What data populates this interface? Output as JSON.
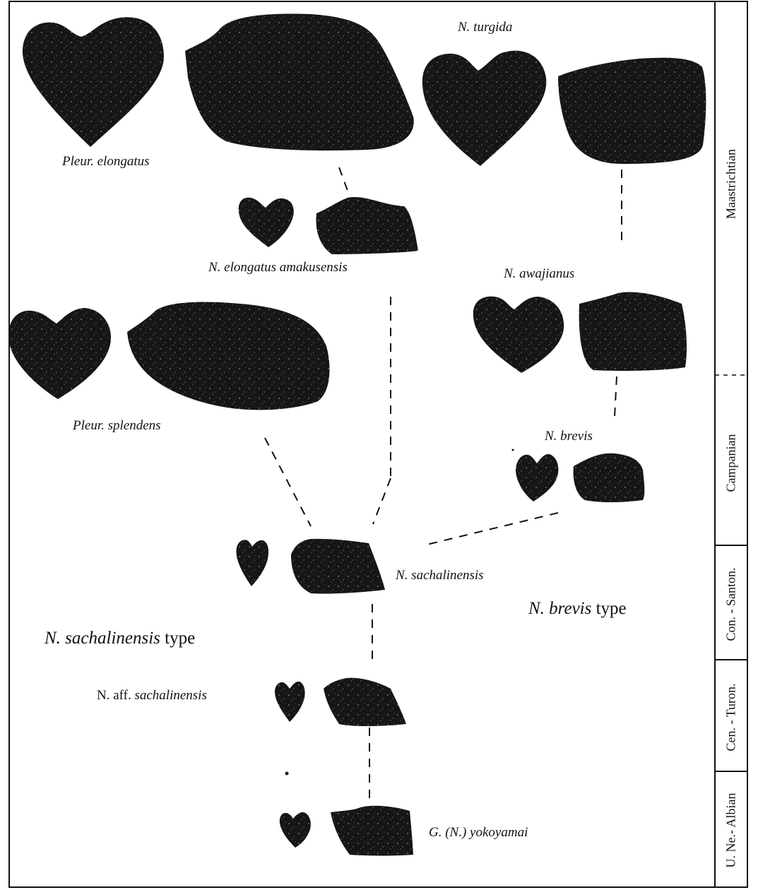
{
  "taxa": {
    "pleur_elongatus": "Pleur. elongatus",
    "n_turgida": "N. turgida",
    "n_elongatus_amakusensis": "N. elongatus amakusensis",
    "n_awajianus": "N. awajianus",
    "pleur_splendens": "Pleur. splendens",
    "n_brevis": "N. brevis",
    "n_sachalinensis": "N. sachalinensis",
    "n_aff_sachalinensis_prefix": "N. aff.",
    "n_aff_sachalinensis_name": "sachalinensis",
    "g_n_yokoyamai": "G. (N.) yokoyamai"
  },
  "groups": {
    "sachalinensis_type_name": "N. sachalinensis",
    "brevis_type_name": "N. brevis",
    "type_word": "type"
  },
  "stages": {
    "maastrichtian": "Maastrichtian",
    "campanian": "Campanian",
    "con_santon": "Con. - Santon.",
    "cen_turon": "Cen. - Turon.",
    "u_ne_albian": "U. Ne.- Albian"
  },
  "colors": {
    "specimen_fill": "#161616",
    "speckle": "#9a9a9a",
    "line": "#111111"
  }
}
